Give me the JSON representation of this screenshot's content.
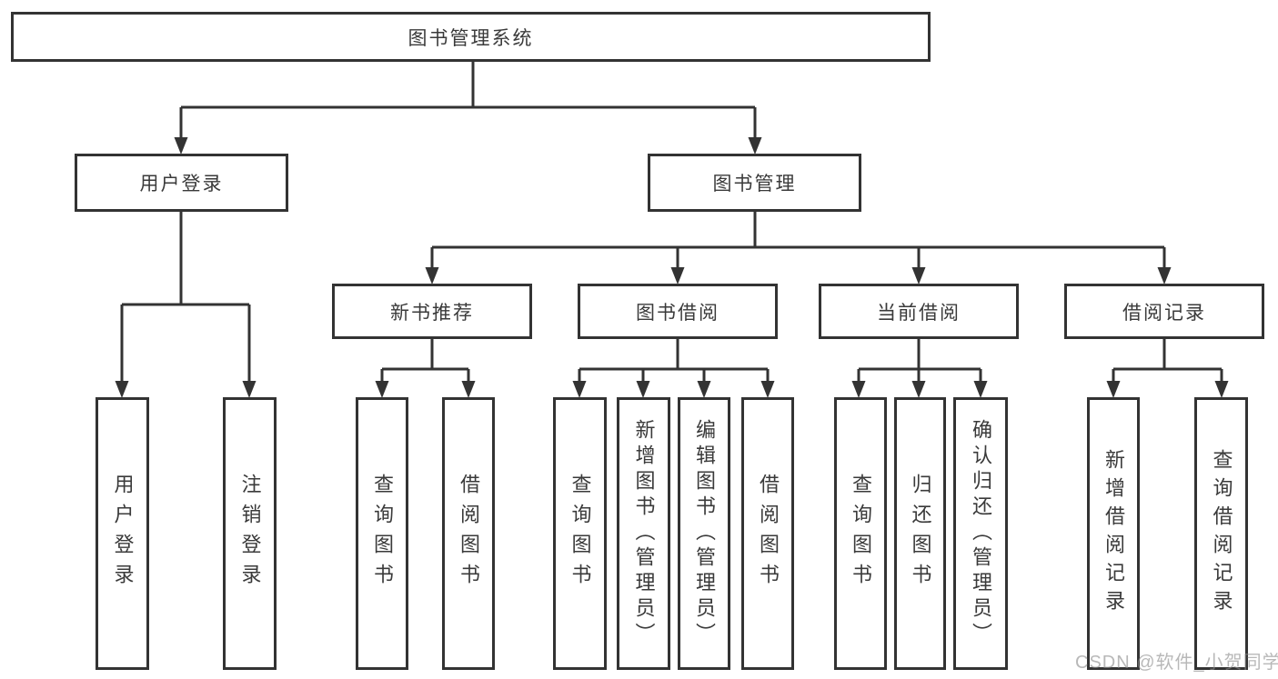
{
  "watermark": "CSDN @软件_小贺同学",
  "colors": {
    "line": "#333333",
    "text": "#3a3a3a",
    "background": "#ffffff",
    "watermark_gray": "#b4b4b4"
  },
  "tree": {
    "root": {
      "label": "图书管理系统"
    },
    "branches": [
      {
        "label": "用户登录",
        "children": [
          {
            "label": "用户登录"
          },
          {
            "label": "注销登录"
          }
        ]
      },
      {
        "label": "图书管理",
        "children": [
          {
            "label": "新书推荐",
            "children": [
              {
                "label": "查询图书"
              },
              {
                "label": "借阅图书"
              }
            ]
          },
          {
            "label": "图书借阅",
            "children": [
              {
                "label": "查询图书"
              },
              {
                "label": "新增图书（管理员）"
              },
              {
                "label": "编辑图书（管理员）"
              },
              {
                "label": "借阅图书"
              }
            ]
          },
          {
            "label": "当前借阅",
            "children": [
              {
                "label": "查询图书"
              },
              {
                "label": "归还图书"
              },
              {
                "label": "确认归还（管理员）"
              }
            ]
          },
          {
            "label": "借阅记录",
            "children": [
              {
                "label": "新增借阅记录"
              },
              {
                "label": "查询借阅记录"
              }
            ]
          }
        ]
      }
    ]
  }
}
